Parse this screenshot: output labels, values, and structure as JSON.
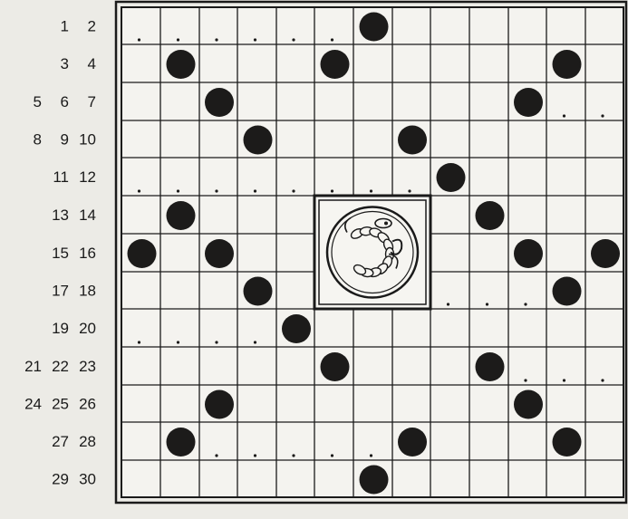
{
  "puzzle": {
    "row_labels": [
      [
        "1",
        "2"
      ],
      [
        "3",
        "4"
      ],
      [
        "5",
        "6",
        "7"
      ],
      [
        "8",
        "9",
        "10"
      ],
      [
        "11",
        "12"
      ],
      [
        "13",
        "14"
      ],
      [
        "15",
        "16"
      ],
      [
        "17",
        "18"
      ],
      [
        "19",
        "20"
      ],
      [
        "21",
        "22",
        "23"
      ],
      [
        "24",
        "25",
        "26"
      ],
      [
        "27",
        "28"
      ],
      [
        "29",
        "30"
      ]
    ],
    "grid": {
      "rows": 13,
      "cols": 13
    },
    "black_discs": [
      [
        0,
        6
      ],
      [
        1,
        1
      ],
      [
        1,
        5
      ],
      [
        1,
        11
      ],
      [
        2,
        2
      ],
      [
        2,
        10
      ],
      [
        3,
        3
      ],
      [
        3,
        7
      ],
      [
        4,
        8
      ],
      [
        5,
        1
      ],
      [
        5,
        9
      ],
      [
        6,
        0
      ],
      [
        6,
        2
      ],
      [
        6,
        10
      ],
      [
        6,
        12
      ],
      [
        7,
        3
      ],
      [
        7,
        11
      ],
      [
        8,
        4
      ],
      [
        9,
        5
      ],
      [
        9,
        9
      ],
      [
        10,
        2
      ],
      [
        10,
        10
      ],
      [
        11,
        1
      ],
      [
        11,
        7
      ],
      [
        11,
        11
      ],
      [
        12,
        6
      ]
    ],
    "dot_rows": [
      {
        "row": 0,
        "cols": [
          0,
          1,
          2,
          3,
          4,
          5
        ]
      },
      {
        "row": 2,
        "cols": [
          11,
          12
        ]
      },
      {
        "row": 4,
        "cols": [
          0,
          1,
          2,
          3,
          4,
          5,
          6,
          7
        ]
      },
      {
        "row": 7,
        "cols": [
          8,
          9,
          10
        ]
      },
      {
        "row": 8,
        "cols": [
          0,
          1,
          2,
          3
        ]
      },
      {
        "row": 9,
        "cols": [
          10,
          11,
          12
        ]
      },
      {
        "row": 11,
        "cols": [
          2,
          3,
          4,
          5,
          6
        ]
      }
    ],
    "center_block": {
      "rows": [
        5,
        7
      ],
      "cols": [
        5,
        7
      ]
    },
    "center_emblem": "scorpion-zodiac-emblem",
    "colors": {
      "background": "#ecebe6",
      "grid_line": "#1a1a1a",
      "cell": "#f4f3ef",
      "disc": "#1c1b1a",
      "label": "#1a1a1a"
    }
  }
}
